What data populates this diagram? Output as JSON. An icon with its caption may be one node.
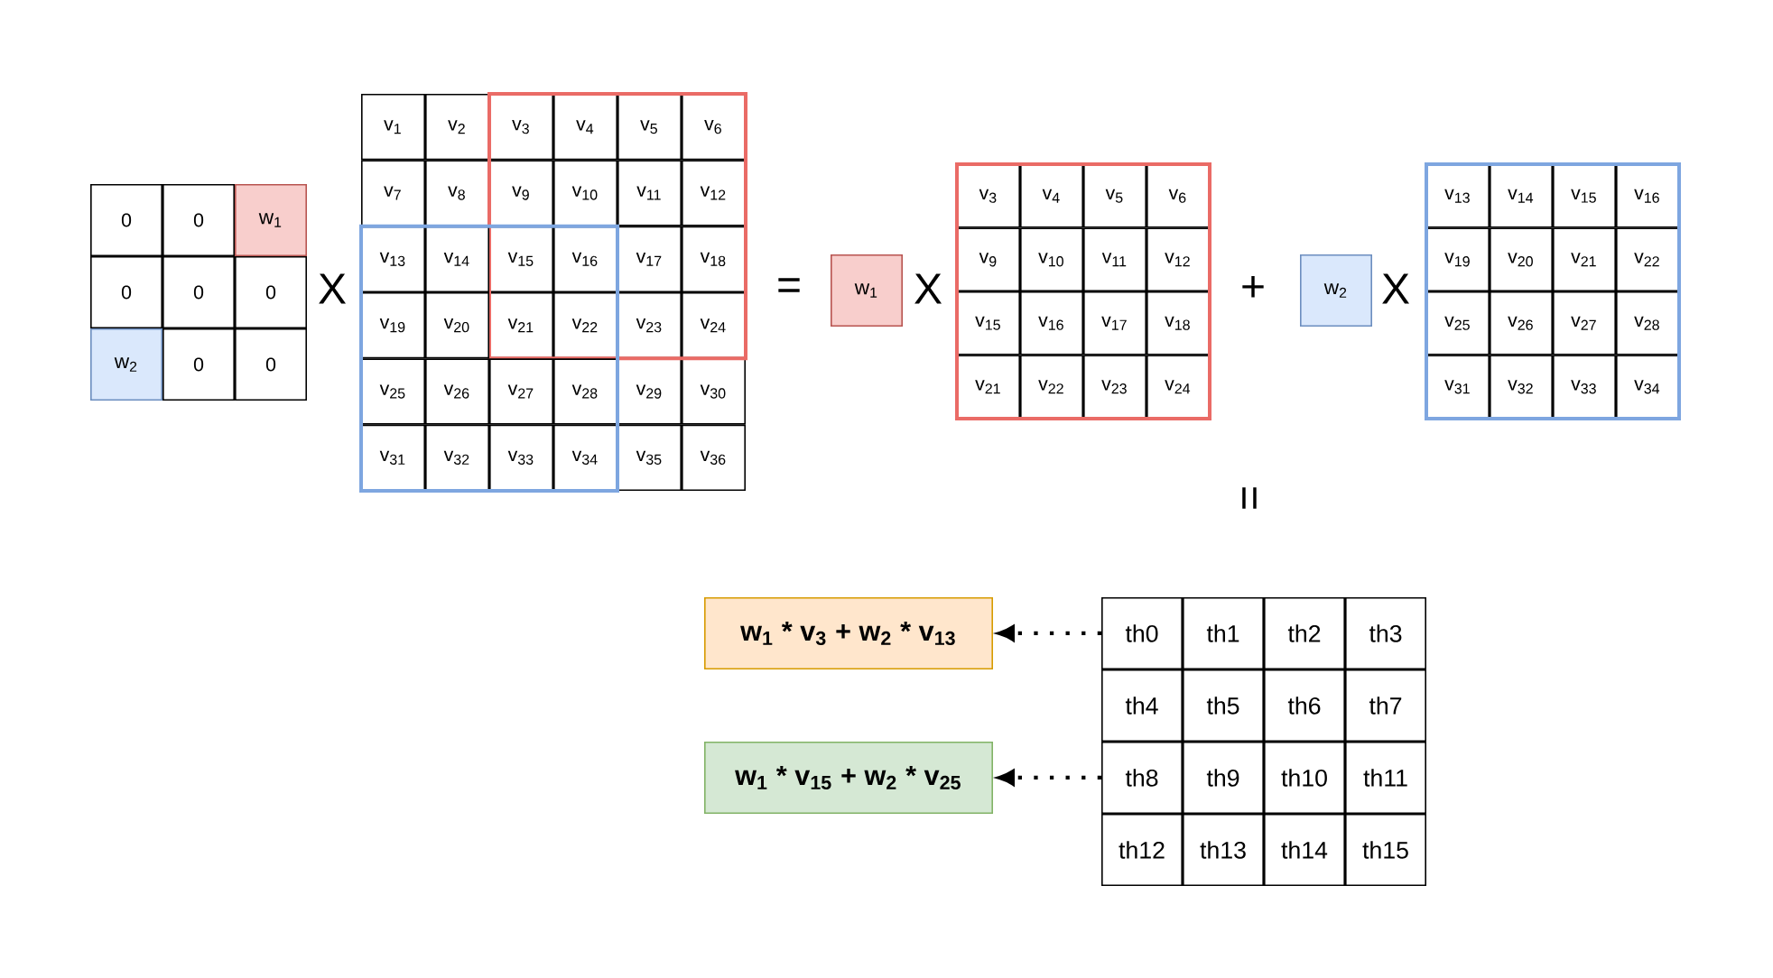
{
  "diagram": {
    "nodes": [
      {
        "text": [
          "0"
        ]
      },
      {
        "text": [
          "0"
        ]
      },
      {
        "text": [
          "w$_{1}$"
        ]
      },
      {
        "text": [
          "0"
        ]
      },
      {
        "text": [
          "0"
        ]
      },
      {
        "text": [
          "0"
        ]
      },
      {
        "text": [
          "w$_{2}$"
        ]
      },
      {
        "text": [
          "0"
        ]
      },
      {
        "text": [
          "0"
        ]
      },
      {
        "text": [],
        "shape": "box"
      },
      {
        "text": [],
        "shape": "box"
      },
      {
        "text": [
          "v$_{1}$"
        ]
      },
      {
        "text": [
          "v$_{2}$"
        ]
      },
      {
        "text": [
          "v$_{3}$"
        ],
        "in": 9
      },
      {
        "text": [
          "v$_{4}$"
        ],
        "in": 9
      },
      {
        "text": [
          "v$_{5}$"
        ],
        "in": 9
      },
      {
        "text": [
          "v$_{6}$"
        ],
        "in": 9
      },
      {
        "text": [
          "v$_{7}$"
        ]
      },
      {
        "text": [
          "v$_{8}$"
        ]
      },
      {
        "text": [
          "v$_{9}$"
        ],
        "in": 9
      },
      {
        "text": [
          "v$_{10}$"
        ],
        "in": 9
      },
      {
        "text": [
          "v$_{11}$"
        ],
        "in": 9
      },
      {
        "text": [
          "v$_{12}$"
        ],
        "in": 9
      },
      {
        "text": [
          "v$_{13}$"
        ],
        "in": 10
      },
      {
        "text": [
          "v$_{14}$"
        ],
        "in": 10
      },
      {
        "text": [
          "v$_{15}$"
        ]
      },
      {
        "text": [
          "v$_{16}$"
        ]
      },
      {
        "text": [
          "v$_{17}$"
        ],
        "in": 9
      },
      {
        "text": [
          "v$_{18}$"
        ],
        "in": 9
      },
      {
        "text": [
          "v$_{19}$"
        ],
        "in": 10
      },
      {
        "text": [
          "v$_{20}$"
        ],
        "in": 10
      },
      {
        "text": [
          "v$_{21}$"
        ]
      },
      {
        "text": [
          "v$_{22}$"
        ]
      },
      {
        "text": [
          "v$_{23}$"
        ],
        "in": 9
      },
      {
        "text": [
          "v$_{24}$"
        ],
        "in": 9
      },
      {
        "text": [
          "v$_{25}$"
        ],
        "in": 10
      },
      {
        "text": [
          "v$_{26}$"
        ],
        "in": 10
      },
      {
        "text": [
          "v$_{27}$"
        ],
        "in": 10
      },
      {
        "text": [
          "v$_{28}$"
        ],
        "in": 10
      },
      {
        "text": [
          "v$_{29}$"
        ]
      },
      {
        "text": [
          "v$_{30}$"
        ]
      },
      {
        "text": [
          "v$_{31}$"
        ],
        "in": 10
      },
      {
        "text": [
          "v$_{32}$"
        ],
        "in": 10
      },
      {
        "text": [
          "v$_{33}$"
        ],
        "in": 10
      },
      {
        "text": [
          "v$_{34}$"
        ],
        "in": 10
      },
      {
        "text": [
          "v$_{35}$"
        ]
      },
      {
        "text": [
          "v$_{36}$"
        ]
      },
      {
        "text": [
          "w$_{1}$"
        ]
      },
      {
        "text": [],
        "shape": "box"
      },
      {
        "text": [
          "v$_{3}$"
        ],
        "in": 48
      },
      {
        "text": [
          "v$_{4}$"
        ],
        "in": 48
      },
      {
        "text": [
          "v$_{5}$"
        ],
        "in": 48
      },
      {
        "text": [
          "v$_{6}$"
        ],
        "in": 48
      },
      {
        "text": [
          "v$_{9}$"
        ],
        "in": 48
      },
      {
        "text": [
          "v$_{10}$"
        ],
        "in": 48
      },
      {
        "text": [
          "v$_{11}$"
        ],
        "in": 48
      },
      {
        "text": [
          "v$_{12}$"
        ],
        "in": 48
      },
      {
        "text": [
          "v$_{15}$"
        ],
        "in": 48
      },
      {
        "text": [
          "v$_{16}$"
        ],
        "in": 48
      },
      {
        "text": [
          "v$_{17}$"
        ],
        "in": 48
      },
      {
        "text": [
          "v$_{18}$"
        ],
        "in": 48
      },
      {
        "text": [
          "v$_{21}$"
        ],
        "in": 48
      },
      {
        "text": [
          "v$_{22}$"
        ],
        "in": 48
      },
      {
        "text": [
          "v$_{23}$"
        ],
        "in": 48
      },
      {
        "text": [
          "v$_{24}$"
        ],
        "in": 48
      },
      {
        "text": [
          "w$_{2}$"
        ]
      },
      {
        "text": [],
        "shape": "box"
      },
      {
        "text": [
          "v$_{13}$"
        ],
        "in": 66
      },
      {
        "text": [
          "v$_{14}$"
        ],
        "in": 66
      },
      {
        "text": [
          "v$_{15}$"
        ],
        "in": 66
      },
      {
        "text": [
          "v$_{16}$"
        ],
        "in": 66
      },
      {
        "text": [
          "v$_{19}$"
        ],
        "in": 66
      },
      {
        "text": [
          "v$_{20}$"
        ],
        "in": 66
      },
      {
        "text": [
          "v$_{21}$"
        ],
        "in": 66
      },
      {
        "text": [
          "v$_{22}$"
        ],
        "in": 66
      },
      {
        "text": [
          "v$_{25}$"
        ],
        "in": 66
      },
      {
        "text": [
          "v$_{26}$"
        ],
        "in": 66
      },
      {
        "text": [
          "v$_{27}$"
        ],
        "in": 66
      },
      {
        "text": [
          "v$_{28}$"
        ],
        "in": 66
      },
      {
        "text": [
          "v$_{31}$"
        ],
        "in": 66
      },
      {
        "text": [
          "v$_{32}$"
        ],
        "in": 66
      },
      {
        "text": [
          "v$_{33}$"
        ],
        "in": 66
      },
      {
        "text": [
          "v$_{34}$"
        ],
        "in": 66
      },
      {
        "text": [
          "w$_{1}$ * v$_{3}$ + w$_{2}$ * v$_{13}$"
        ]
      },
      {
        "text": [
          "w$_{1}$ * v$_{15}$ + w$_{2}$ * v$_{25}$"
        ]
      },
      {
        "text": [
          "th0"
        ]
      },
      {
        "text": [
          "th1"
        ]
      },
      {
        "text": [
          "th2"
        ]
      },
      {
        "text": [
          "th3"
        ]
      },
      {
        "text": [
          "th4"
        ]
      },
      {
        "text": [
          "th5"
        ]
      },
      {
        "text": [
          "th6"
        ]
      },
      {
        "text": [
          "th7"
        ]
      },
      {
        "text": [
          "th8"
        ]
      },
      {
        "text": [
          "th9"
        ]
      },
      {
        "text": [
          "th10"
        ]
      },
      {
        "text": [
          "th11"
        ]
      },
      {
        "text": [
          "th12"
        ]
      },
      {
        "text": [
          "th13"
        ]
      },
      {
        "text": [
          "th14"
        ]
      },
      {
        "text": [
          "th15"
        ]
      }
    ],
    "edges": [
      {
        "from": 85,
        "to": 83,
        "arrow": "to",
        "style": "dashed"
      },
      {
        "from": 93,
        "to": 84,
        "arrow": "to",
        "style": "dashed"
      }
    ],
    "labels": [
      "X",
      "=",
      "X",
      "+",
      "X",
      "="
    ]
  }
}
